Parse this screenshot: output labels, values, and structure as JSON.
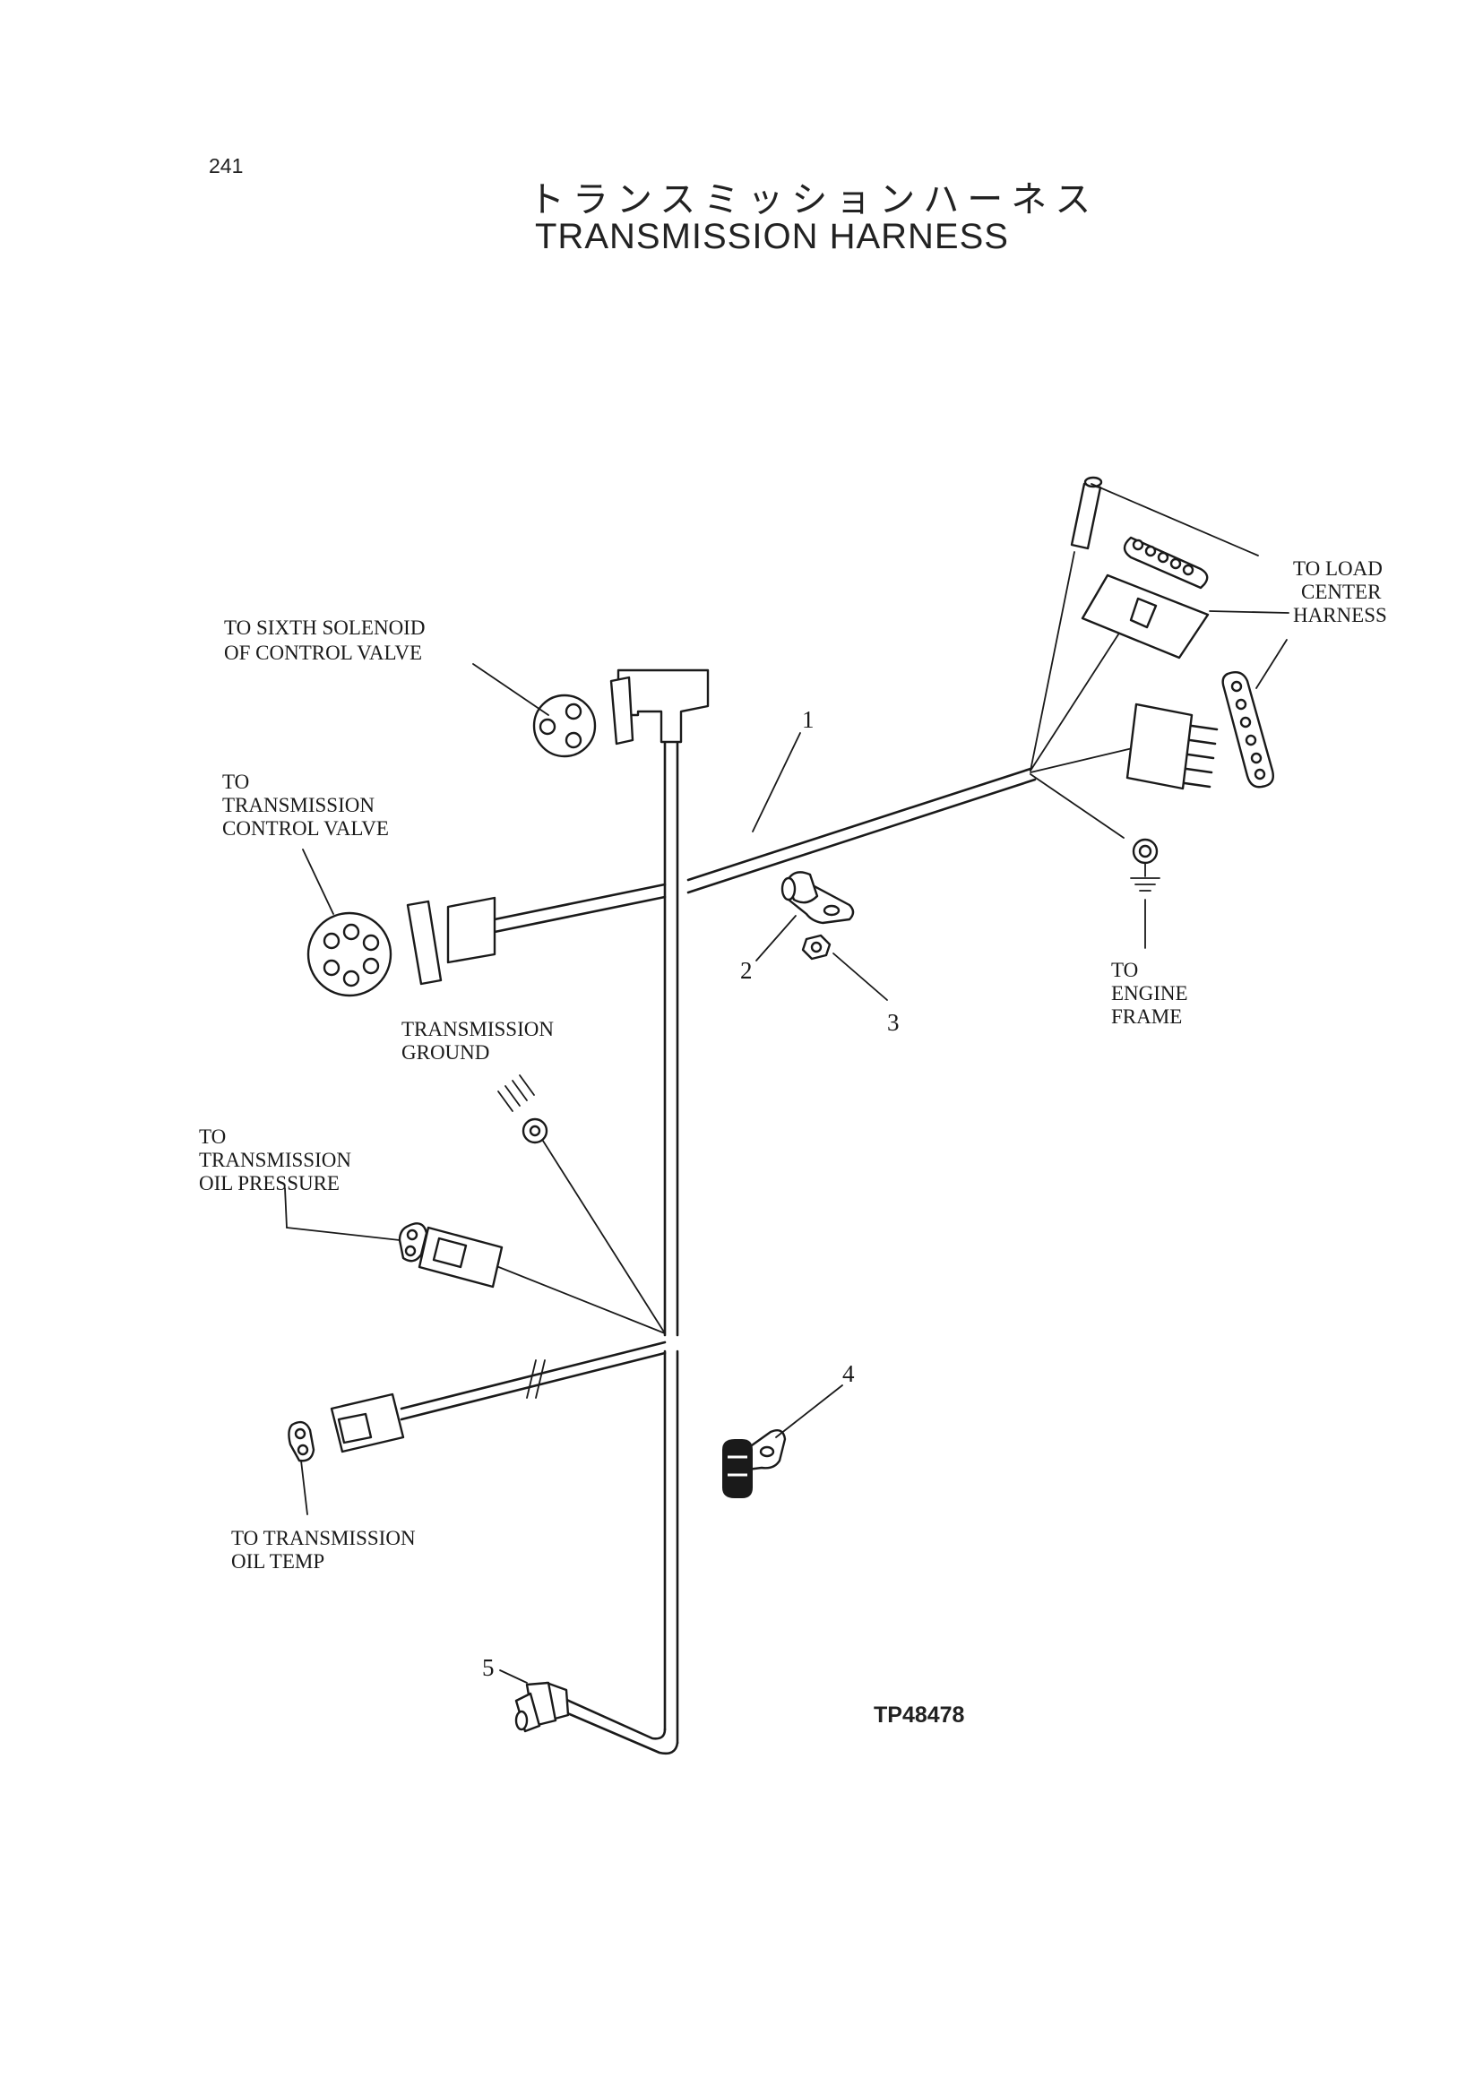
{
  "page_number": "241",
  "title_jp": "トランスミッションハーネス",
  "title_en": "TRANSMISSION  HARNESS",
  "figure_id": "TP48478",
  "labels": {
    "sixth_solenoid": [
      "TO SIXTH SOLENOID",
      "OF CONTROL VALVE"
    ],
    "control_valve": [
      "TO",
      "TRANSMISSION",
      "CONTROL VALVE"
    ],
    "load_center": [
      "TO LOAD",
      "CENTER",
      "HARNESS"
    ],
    "engine_frame": [
      "TO",
      "ENGINE",
      "FRAME"
    ],
    "ground": [
      "TRANSMISSION",
      "GROUND"
    ],
    "oil_pressure": [
      "TO",
      "TRANSMISSION",
      "OIL PRESSURE"
    ],
    "oil_temp": [
      "TO TRANSMISSION",
      "OIL TEMP"
    ]
  },
  "callouts": [
    "1",
    "2",
    "3",
    "4",
    "5"
  ]
}
